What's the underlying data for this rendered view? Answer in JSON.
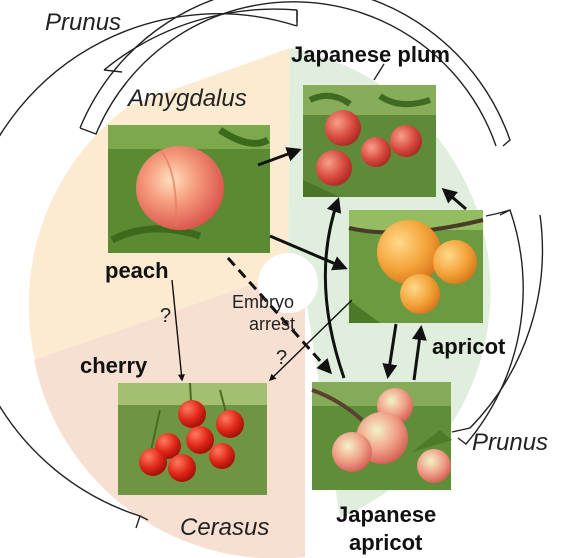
{
  "colors": {
    "amygdalus_bg": "#fcebd0",
    "prunus_bg": "#dfeedd",
    "cerasus_bg": "#f7e0d2",
    "outline": "#222222",
    "arrow": "#111111"
  },
  "groups": {
    "outer_prunus": "Prunus",
    "amygdalus": "Amygdalus",
    "cerasus": "Cerasus",
    "inner_prunus": "Prunus"
  },
  "species": {
    "japanese_plum": "Japanese plum",
    "peach": "peach",
    "apricot": "apricot",
    "cherry": "cherry",
    "japanese_apricot_line1": "Japanese",
    "japanese_apricot_line2": "apricot"
  },
  "annotations": {
    "embryo_line1": "Embryo",
    "embryo_line2": "arrest",
    "question_1": "?",
    "question_2": "?"
  },
  "icons": {
    "plum": "plum-fruit-photo",
    "peach": "peach-fruit-photo",
    "apricot": "apricot-fruit-photo",
    "cherry": "cherry-fruit-photo",
    "japanese_apricot": "japanese-apricot-fruit-photo"
  }
}
